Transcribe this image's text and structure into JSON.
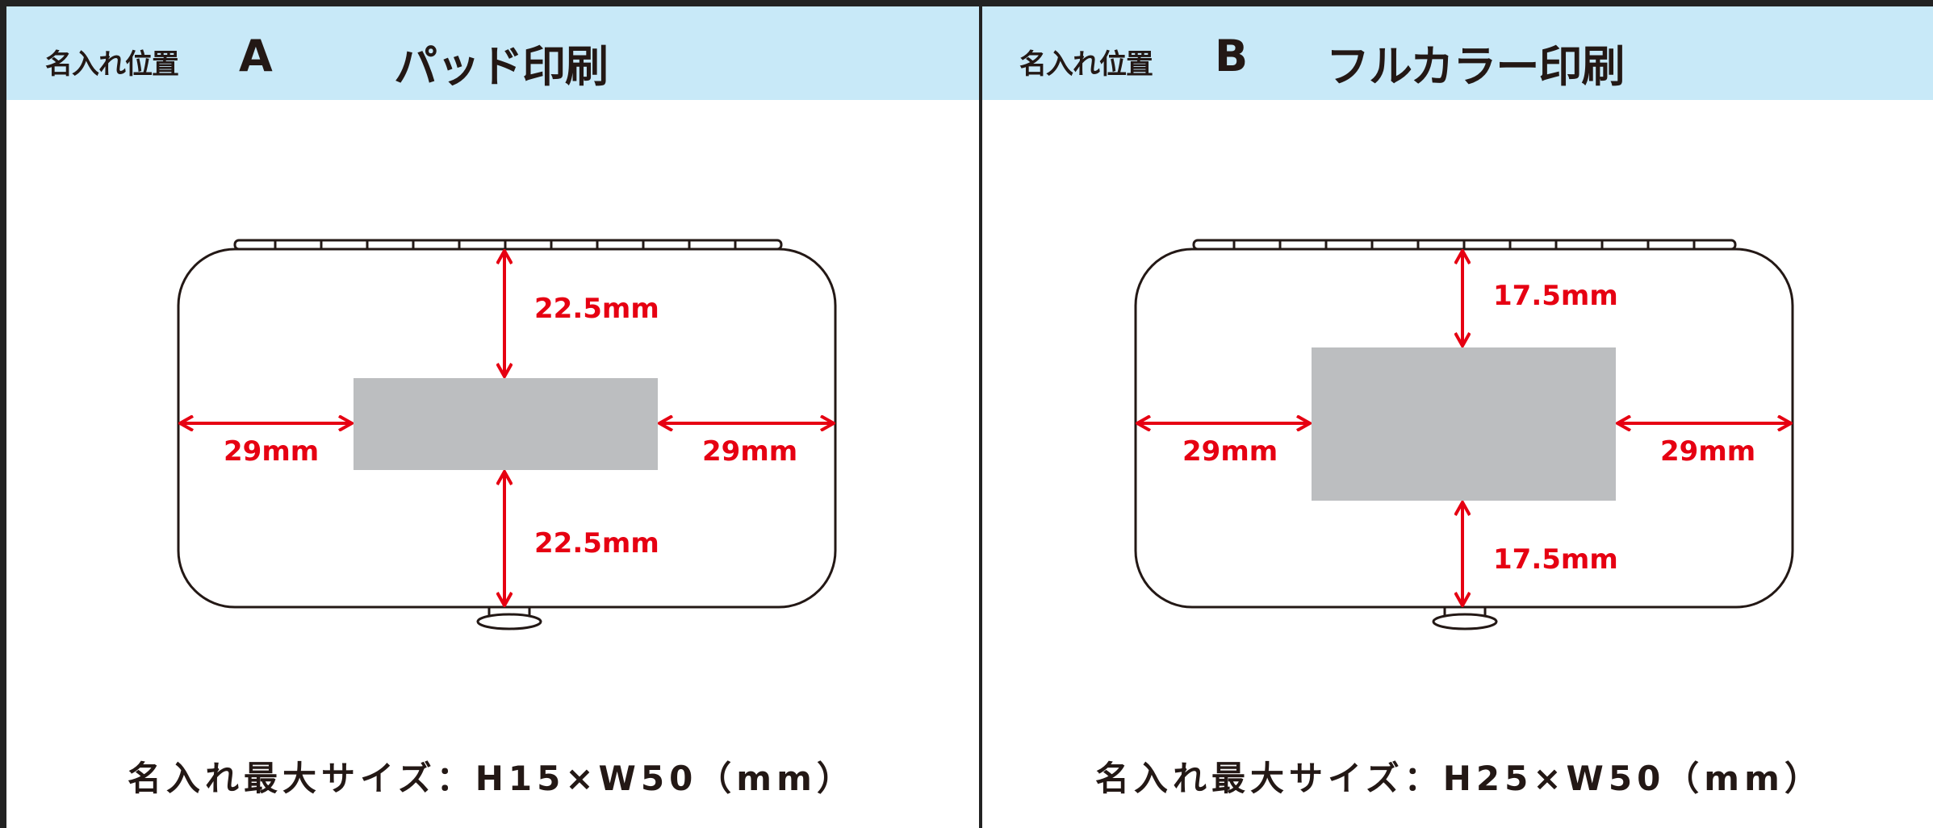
{
  "panels": [
    {
      "header": {
        "label": "名入れ位置",
        "letter": "A",
        "title": "パッド印刷"
      },
      "dimensions": {
        "top": "22.5mm",
        "bottom": "22.5mm",
        "left": "29mm",
        "right": "29mm"
      },
      "footer": "名入れ最大サイズ：H15×W50（mm）"
    },
    {
      "header": {
        "label": "名入れ位置",
        "letter": "B",
        "title": "フルカラー印刷"
      },
      "dimensions": {
        "top": "17.5mm",
        "bottom": "17.5mm",
        "left": "29mm",
        "right": "29mm"
      },
      "footer": "名入れ最大サイズ：H25×W50（mm）"
    }
  ],
  "colors": {
    "header_bg": "#c8e9f8",
    "arrow": "#e60012",
    "print_area": "#bcbec0",
    "outline": "#231815"
  }
}
